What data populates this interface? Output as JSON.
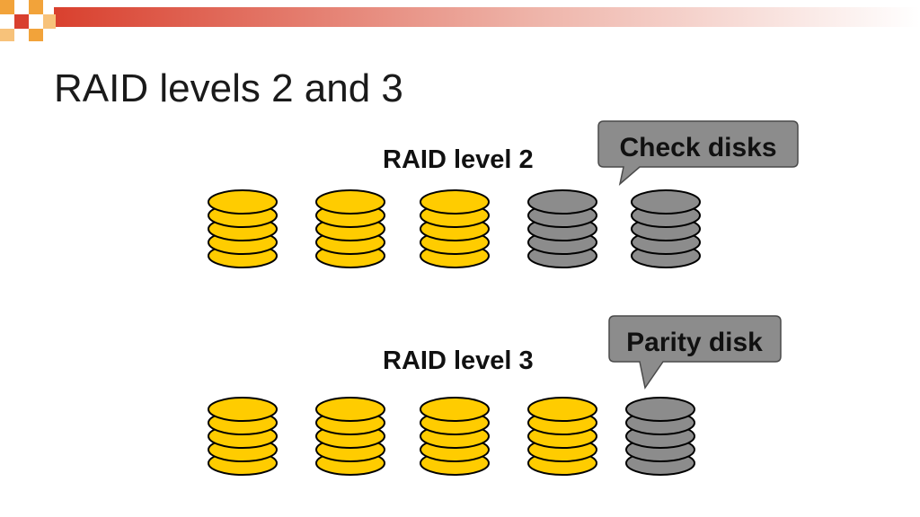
{
  "slide": {
    "title": "RAID levels 2 and 3"
  },
  "colors": {
    "accent_red": "#d9402e",
    "accent_orange": "#f2a33a",
    "data_disk": "#ffcc00",
    "check_disk": "#8c8c8c",
    "callout_fill": "#8c8c8c"
  },
  "raid2": {
    "label": "RAID level 2",
    "disks": [
      "data",
      "data",
      "data",
      "check",
      "check"
    ],
    "callout": "Check disks"
  },
  "raid3": {
    "label": "RAID level 3",
    "disks": [
      "data",
      "data",
      "data",
      "data",
      "parity"
    ],
    "callout": "Parity disk"
  }
}
